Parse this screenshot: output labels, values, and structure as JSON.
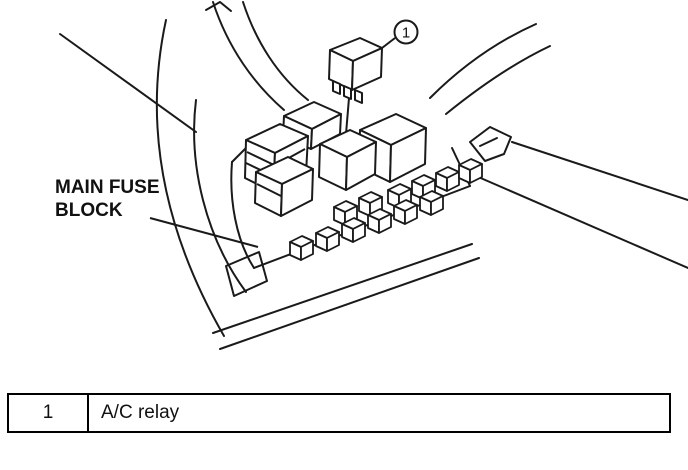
{
  "figure": {
    "label_line1": "MAIN FUSE",
    "label_line2": "BLOCK",
    "callout_1": "1"
  },
  "table": {
    "rows": [
      {
        "num": "1",
        "desc": "A/C relay"
      }
    ]
  },
  "colors": {
    "ink": "#111111",
    "paper": "#ffffff"
  }
}
